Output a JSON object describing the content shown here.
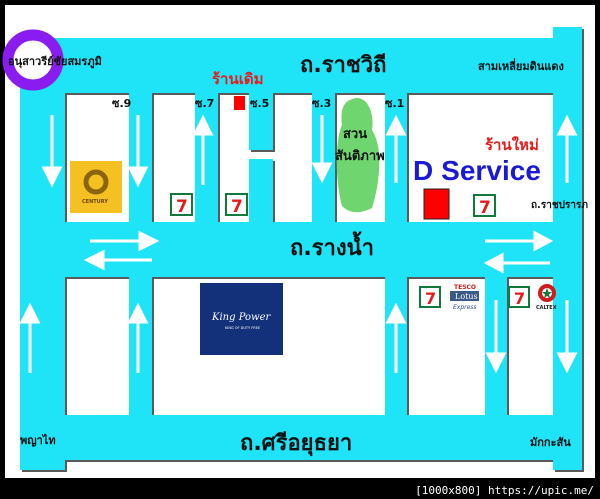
{
  "map": {
    "roads": {
      "top": "ถ.ราชวิถี",
      "middle": "ถ.รางน้ำ",
      "bottom": "ถ.ศรีอยุธยา",
      "right": "ถ.ราชปรารภ"
    },
    "places": {
      "monument": "อนุสาวรีย์ชัยสมรภูมิ",
      "top_right": "สามเหลี่ยมดินแดง",
      "bottom_left": "พญาไท",
      "bottom_right": "มักกะสัน",
      "park": [
        "สวน",
        "สันติภาพ"
      ]
    },
    "sois": [
      "ซ.9",
      "ซ.7",
      "ซ.5",
      "ซ.3",
      "ซ.1"
    ],
    "old_shop_label": "ร้านเดิม",
    "new_shop_label": "ร้านใหม่",
    "brand": "D Service",
    "landmarks": {
      "century": "CENTURY",
      "seven_eleven": "7",
      "tesco": "TESCO",
      "lotus": "Lotus",
      "express": "Express",
      "caltex": "CALTEX",
      "king_power": "King Power",
      "king_power_sub": "KING OF DUTY FREE"
    },
    "watermark": "[1000x800] https://upic.me/",
    "colors": {
      "road": "#1fe3f7",
      "shop_marker": "#ff0000",
      "brand": "#1a1ad6",
      "monument_ring": "#8a1cf0",
      "park": "#6fd66f"
    }
  }
}
